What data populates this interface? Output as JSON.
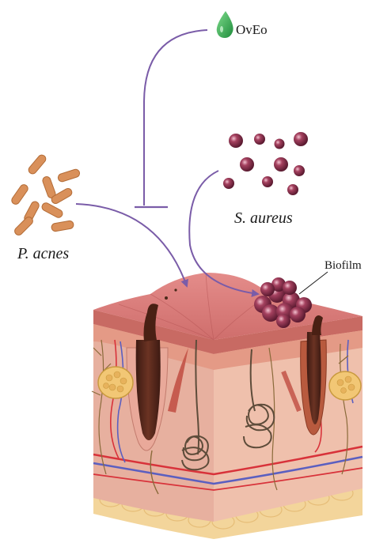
{
  "labels": {
    "oveo": "OvEo",
    "s_aureus": "S. aureus",
    "p_acnes": "P. acnes",
    "biofilm": "Biofilm"
  },
  "colors": {
    "arrow": "#7a5ca8",
    "droplet": "#3cae57",
    "bacteria_rod": "#d9905a",
    "coccus": "#8c2f4c",
    "skin_top": "#d97b79",
    "skin_side": "#e7b09f",
    "fat": "#f3d59b",
    "hair": "#5b2a1e",
    "gland": "#f2c775",
    "artery": "#d8323a",
    "vein": "#5b5fc0"
  },
  "icons": [
    "droplet-icon",
    "inhibition-arrow",
    "rod-bacteria-icon",
    "coccus-bacteria-icon",
    "skin-cross-section"
  ]
}
